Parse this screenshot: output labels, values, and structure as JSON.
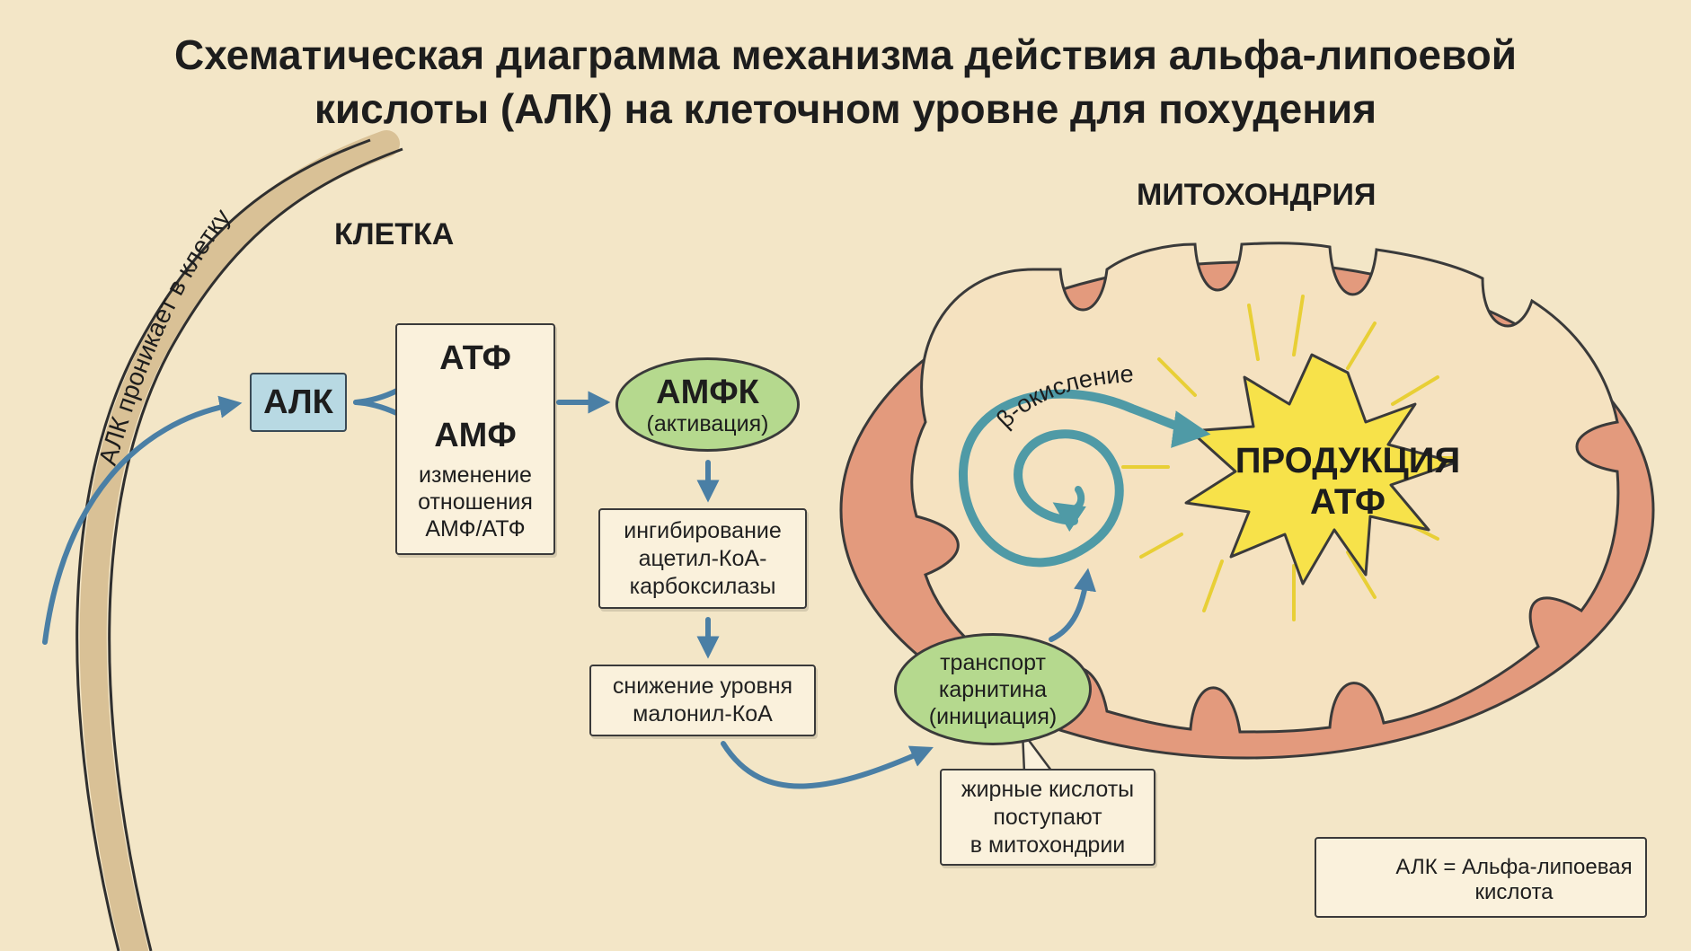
{
  "title": {
    "line1": "Схематическая диаграмма механизма действия альфа-липоевой",
    "line2": "кислоты (АЛК) на клеточном уровне для похудения"
  },
  "cell": {
    "label": "КЛЕТКА",
    "membrane_text": "АЛК проникает в клетку"
  },
  "alk_box": {
    "label": "АЛК"
  },
  "atp_box": {
    "atp": "АТФ",
    "amp": "АМФ",
    "caption_1": "изменение",
    "caption_2": "отношения",
    "caption_3": "АМФ/АТФ"
  },
  "ampk": {
    "line1": "АМФК",
    "line2": "(активация)"
  },
  "acc_box": {
    "line1": "ингибирование",
    "line2": "ацетил-КоА-",
    "line3": "карбоксилазы"
  },
  "malonyl_box": {
    "line1": "снижение уровня",
    "line2": "малонил-КоА"
  },
  "carnitine": {
    "line1": "транспорт",
    "line2": "карнитина",
    "line3": "(инициация)"
  },
  "fatty_acids_box": {
    "line1": "жирные кислоты",
    "line2": "поступают",
    "line3": "в митохондрии"
  },
  "mitochondria": {
    "label": "МИТОХОНДРИЯ",
    "beta_oxidation": "β-окисление",
    "atp_production_1": "ПРОДУКЦИЯ",
    "atp_production_2": "АТФ"
  },
  "legend": {
    "line1": "АЛК = Альфа-липоевая",
    "line2": "кислота",
    "icon": "molecule-icon"
  },
  "colors": {
    "background": "#f3e6c7",
    "arrow": "#4a7fa5",
    "green": "#b5d98e",
    "blue_box": "#b8d9e3",
    "mito_outer": "#e39a7d",
    "mito_inner": "#f5e2c0",
    "starburst": "#f7e24a",
    "spiral": "#4f9aa6"
  }
}
